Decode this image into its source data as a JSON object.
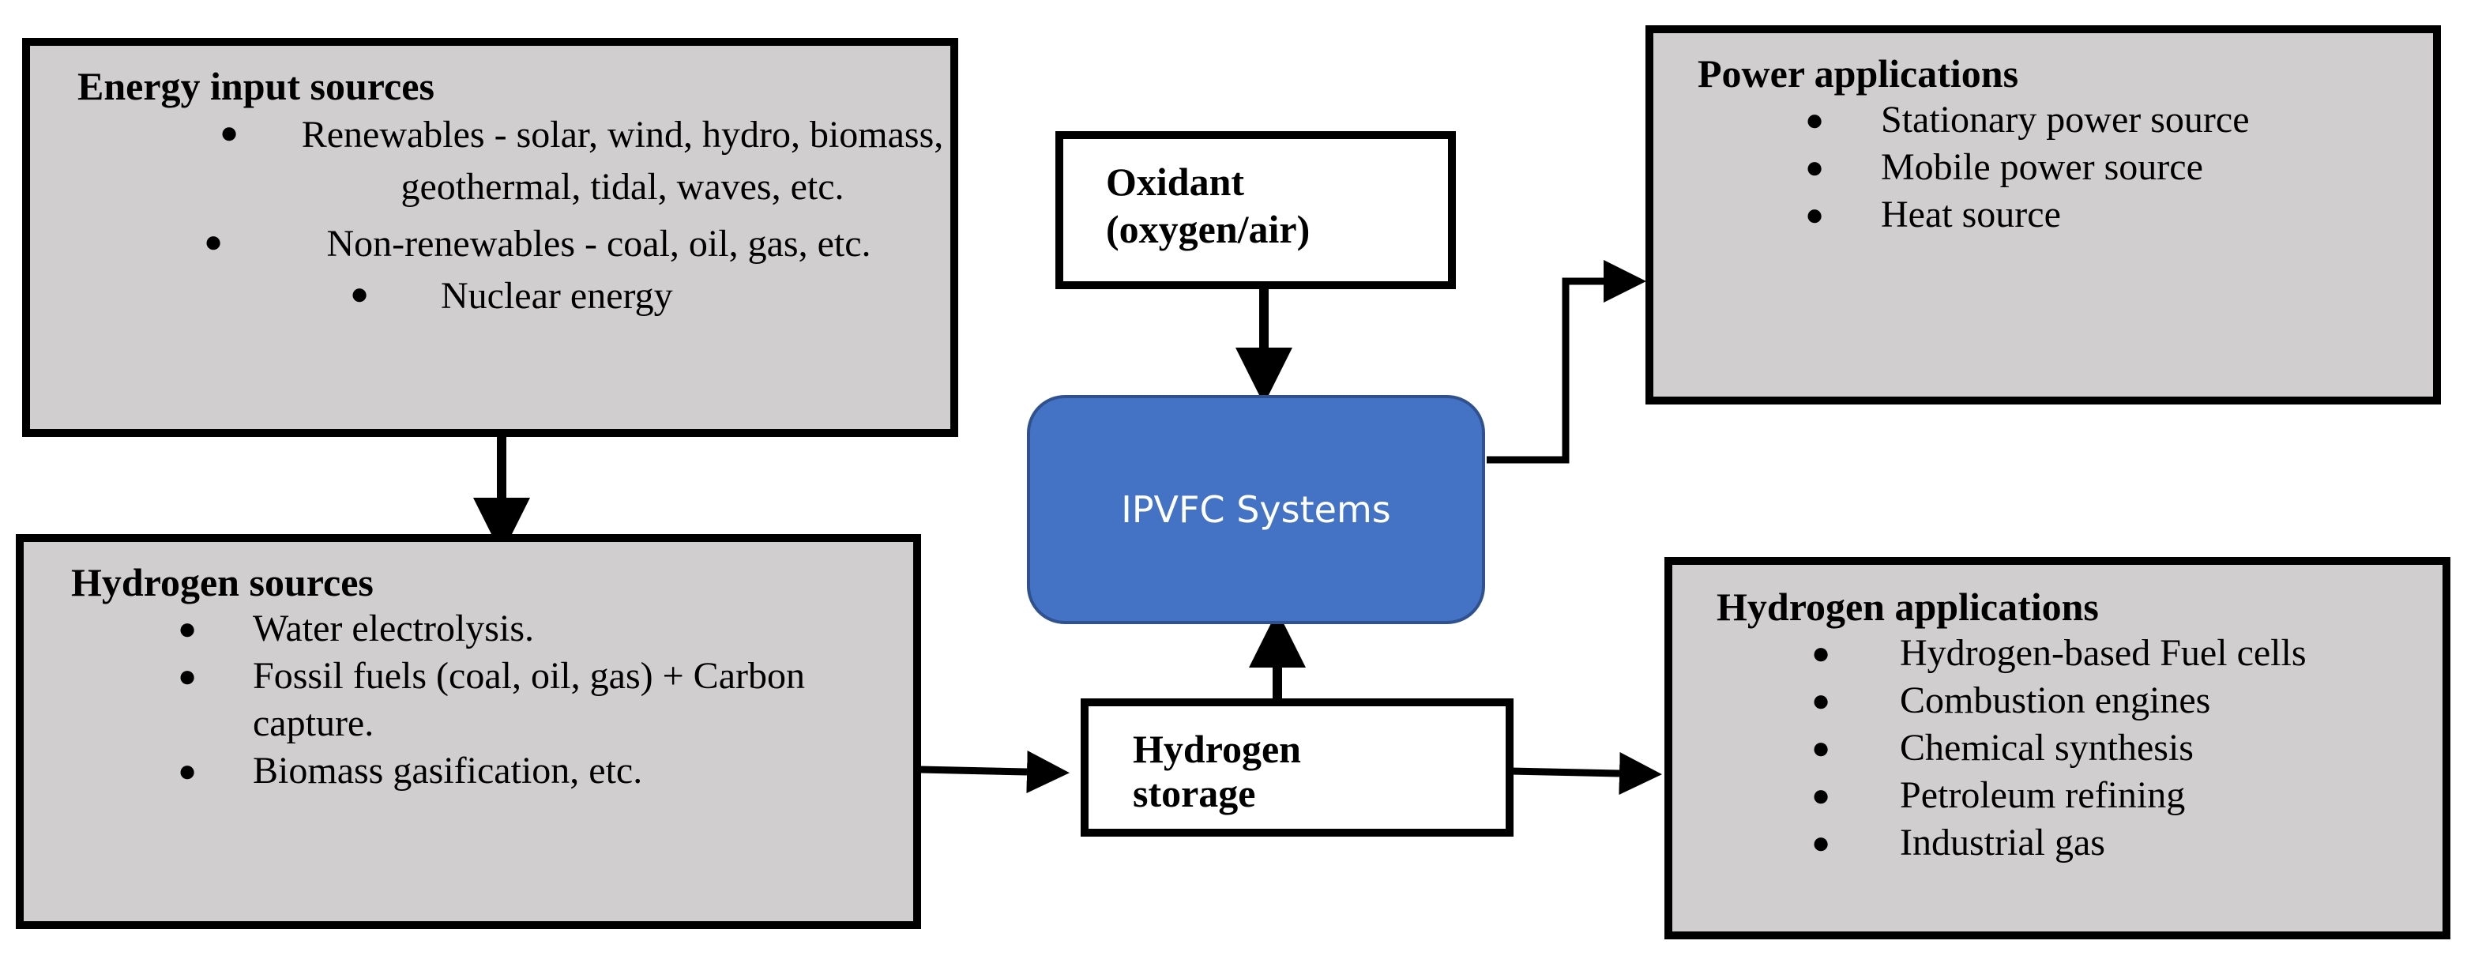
{
  "energy_input": {
    "title": "Energy input sources",
    "items": [
      "Renewables - solar, wind, hydro, biomass, geothermal, tidal, waves, etc.",
      "Non-renewables - coal, oil, gas, etc.",
      "Nuclear energy"
    ]
  },
  "hydrogen_sources": {
    "title": "Hydrogen sources",
    "items": [
      "Water electrolysis.",
      "Fossil fuels (coal, oil, gas) + Carbon capture.",
      "Biomass gasification, etc."
    ]
  },
  "oxidant": {
    "line1": "Oxidant",
    "line2": "(oxygen/air)"
  },
  "core": {
    "label": "IPVFC Systems"
  },
  "storage": {
    "line1": "Hydrogen",
    "line2": "storage"
  },
  "power_applications": {
    "title": "Power applications",
    "items": [
      "Stationary power source",
      "Mobile power source",
      "Heat source"
    ]
  },
  "hydrogen_applications": {
    "title": "Hydrogen applications",
    "items": [
      "Hydrogen-based Fuel cells",
      "Combustion engines",
      "Chemical synthesis",
      "Petroleum refining",
      "Industrial gas"
    ]
  },
  "colors": {
    "box_fill": "#d0cece",
    "core_fill": "#4472c4",
    "core_border": "#2f528f",
    "line": "#000000"
  }
}
